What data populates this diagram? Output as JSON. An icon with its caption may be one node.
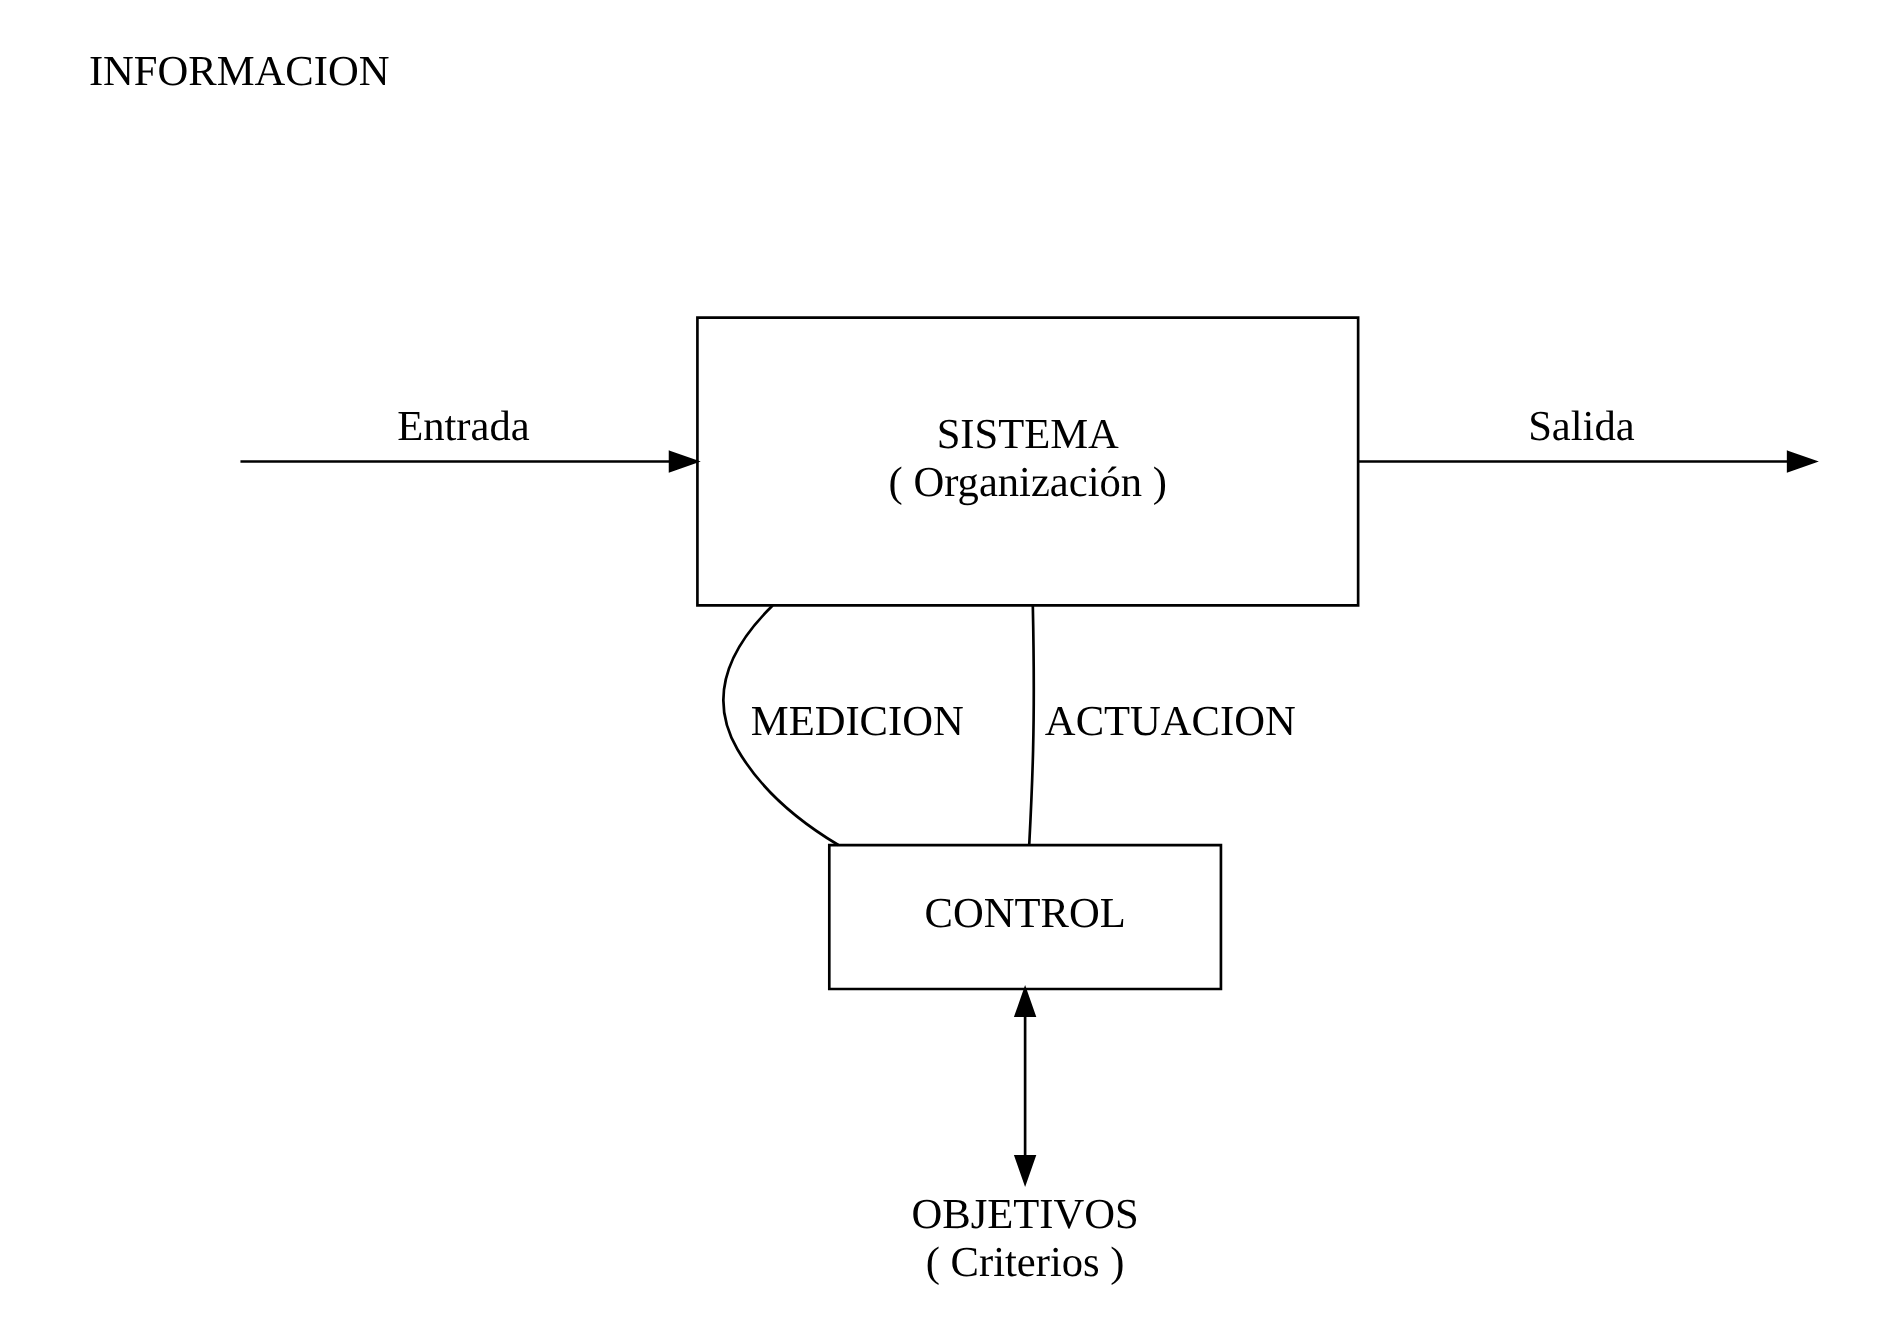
{
  "diagram": {
    "nodes": [
      {
        "text": [
          "SISTEMA",
          "( Organización )"
        ]
      },
      {
        "text": [
          "CONTROL"
        ]
      },
      {
        "text": [
          "OBJETIVOS",
          "( Criterios )"
        ]
      }
    ],
    "edges": [
      {
        "from": null,
        "to": 0,
        "arrow": "to",
        "label": "Entrada"
      },
      {
        "from": 0,
        "to": null,
        "arrow": "to",
        "label": "Salida"
      },
      {
        "from": 0,
        "to": 1,
        "arrow": "none",
        "label": "MEDICION"
      },
      {
        "from": 1,
        "to": 0,
        "arrow": "none",
        "label": "ACTUACION"
      },
      {
        "from": 1,
        "to": 2,
        "arrow": "both"
      }
    ],
    "labels": [
      "INFORMACION"
    ]
  }
}
